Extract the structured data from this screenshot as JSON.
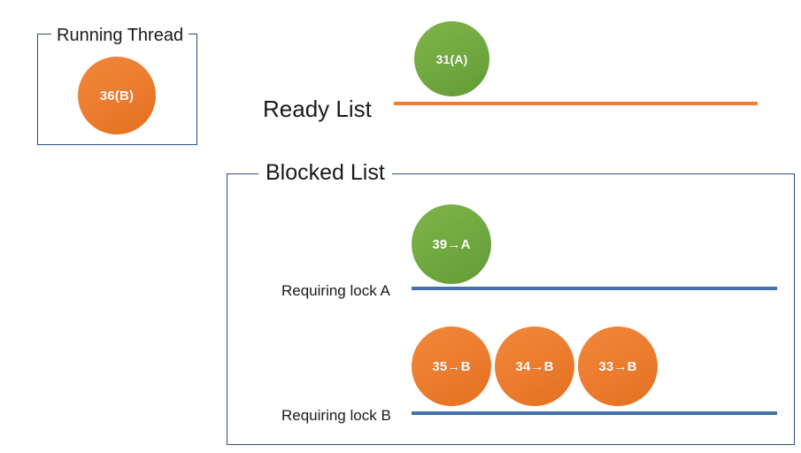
{
  "diagram": {
    "title_running": "Running Thread",
    "title_blocked": "Blocked List",
    "label_ready": "Ready List",
    "label_lock_a": "Requiring lock A",
    "label_lock_b": "Requiring lock B"
  },
  "colors": {
    "orange": "#ed7d31",
    "green": "#70ad47",
    "blue_line": "#4472a8",
    "box_border": "#2e4f82",
    "text": "#1a1a1a",
    "node_text": "#ffffff",
    "background": "#ffffff"
  },
  "nodes": {
    "running": [
      {
        "id": "running-36b",
        "label": "36(B)",
        "color": "orange"
      }
    ],
    "ready": [
      {
        "id": "ready-31a",
        "label": "31(A)",
        "color": "green"
      }
    ],
    "blocked_lock_a": [
      {
        "id": "blocked-39a",
        "label": "39→A",
        "color": "green"
      }
    ],
    "blocked_lock_b": [
      {
        "id": "blocked-35b",
        "label": "35→B",
        "color": "orange"
      },
      {
        "id": "blocked-34b",
        "label": "34→B",
        "color": "orange"
      },
      {
        "id": "blocked-33b",
        "label": "33→B",
        "color": "orange"
      }
    ]
  }
}
